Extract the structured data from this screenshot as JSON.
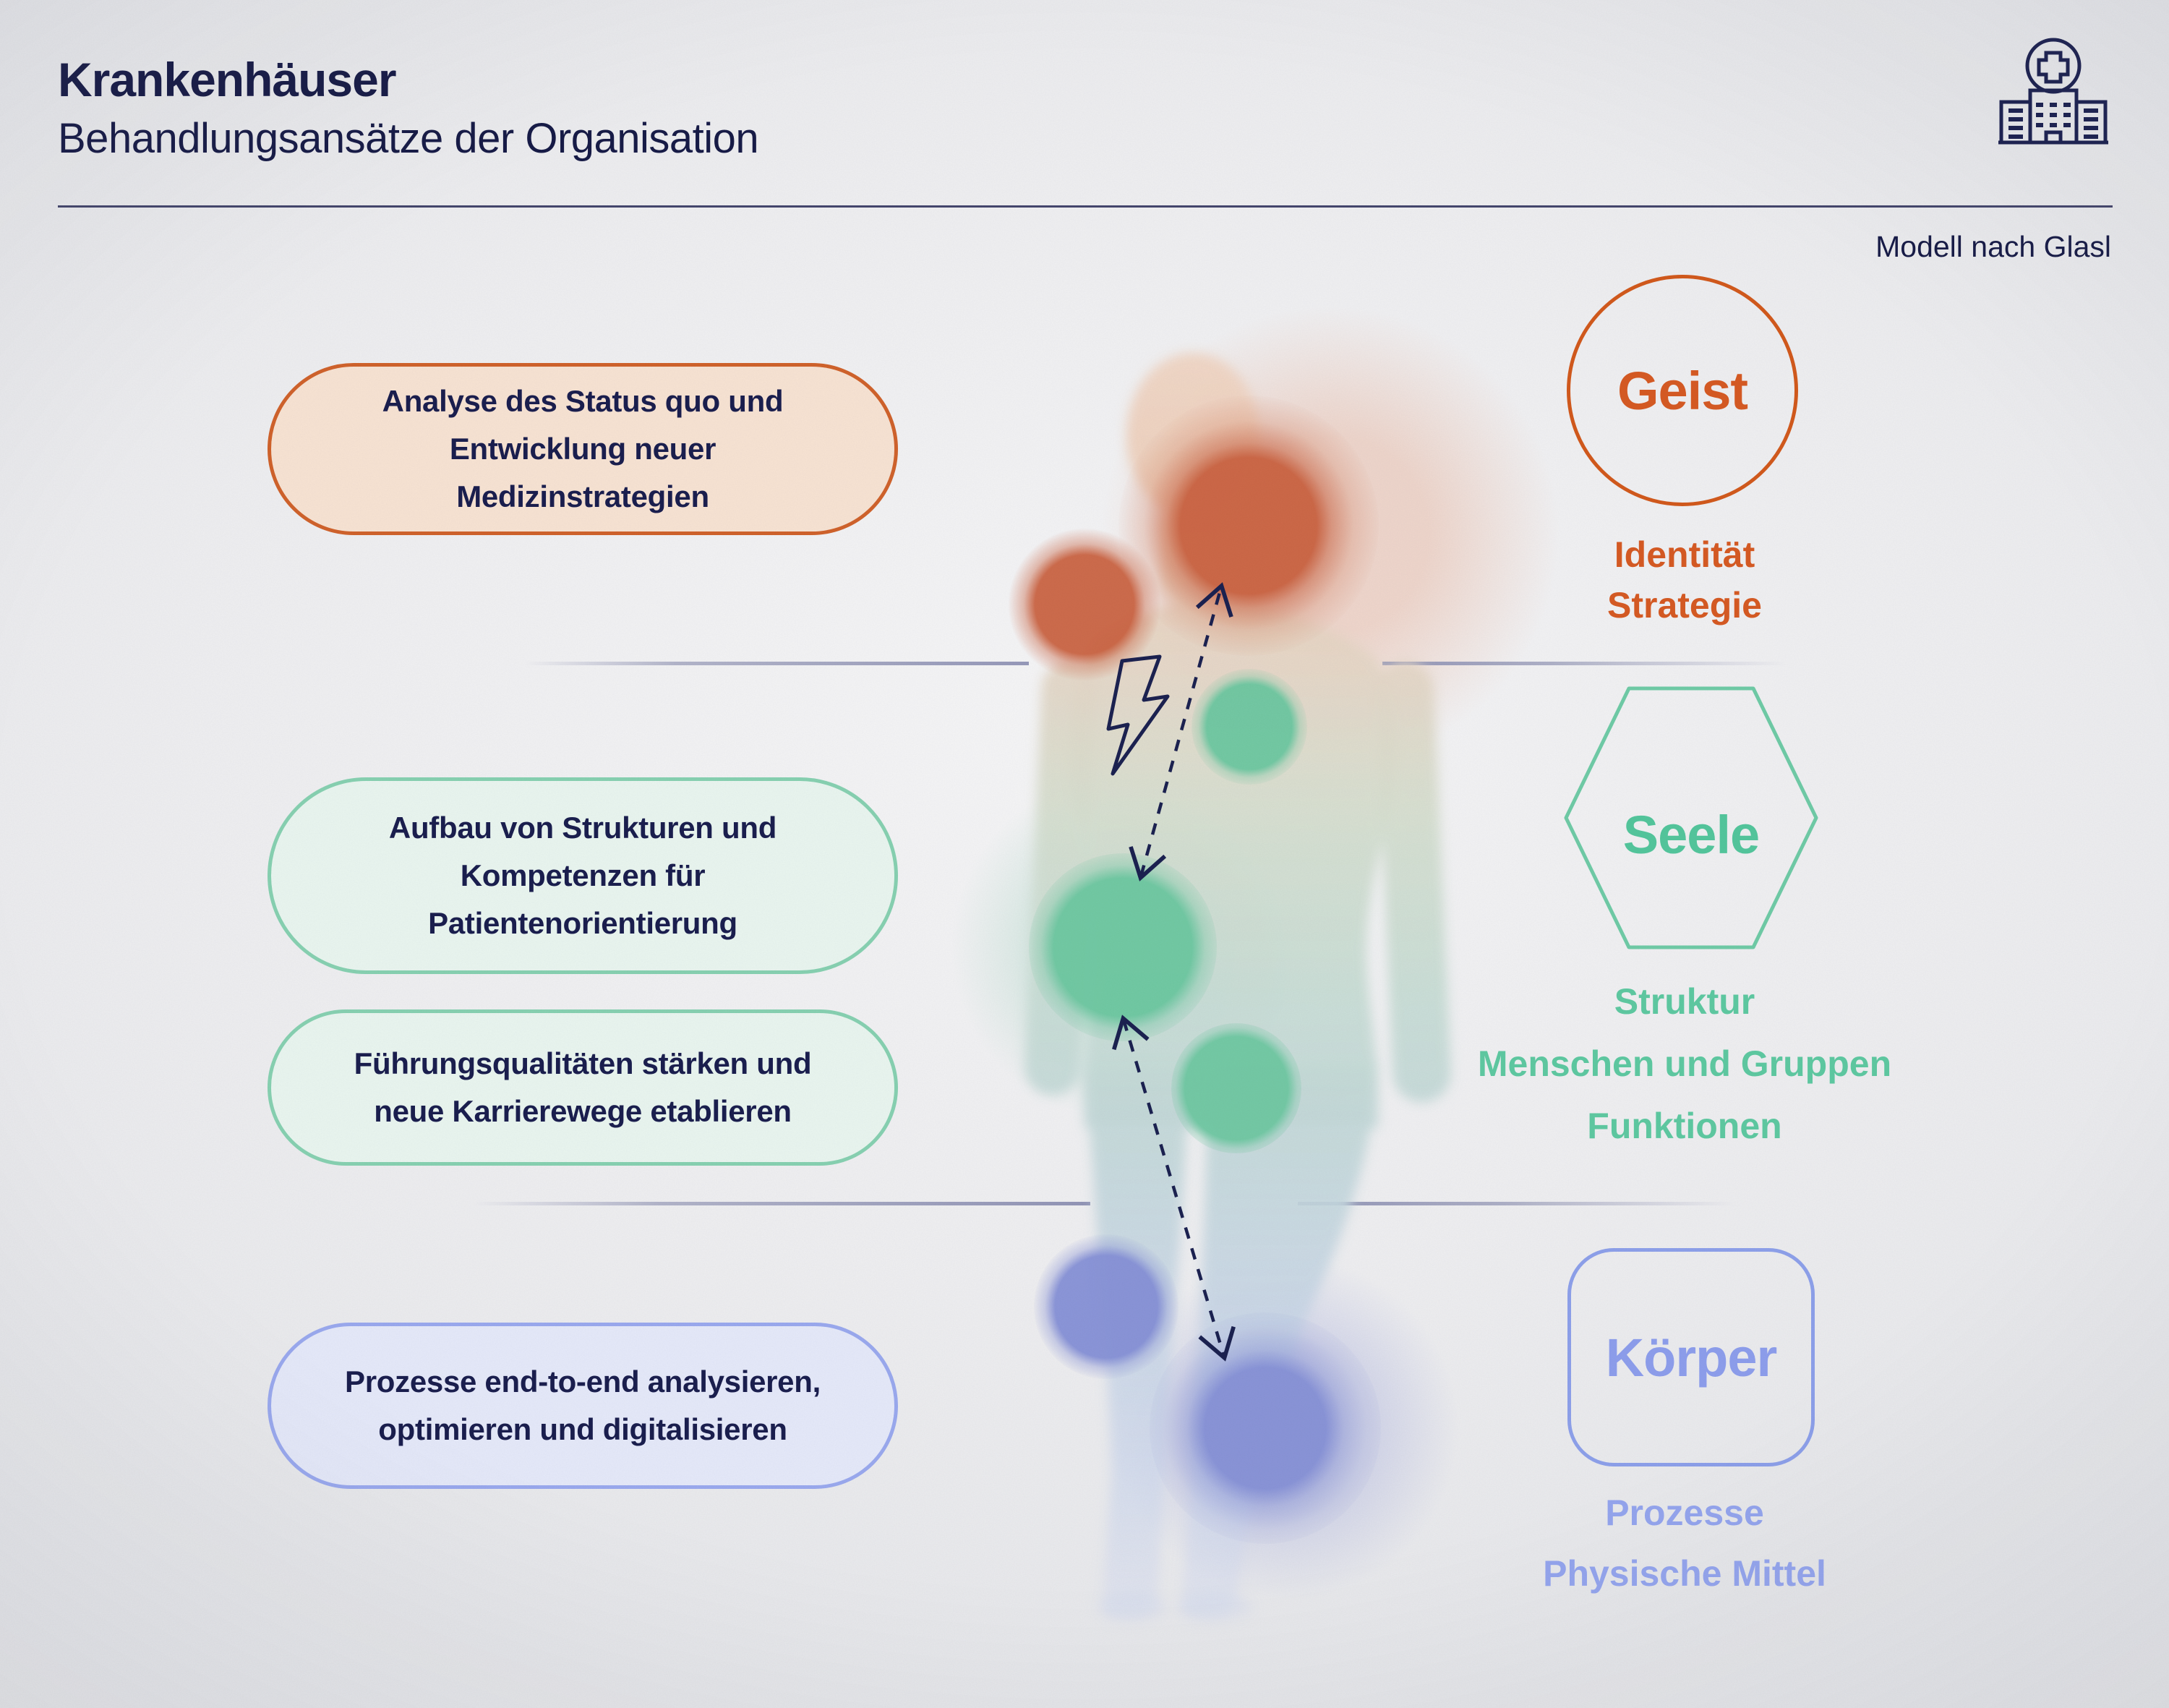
{
  "header": {
    "title": "Krankenhäuser",
    "subtitle": "Behandlungsansätze der Organisation",
    "model_note": "Modell nach Glasl",
    "icon": "hospital-building-icon"
  },
  "treatments": [
    {
      "level": "Geist",
      "lines": [
        "Analyse des Status quo und",
        "Entwicklung neuer",
        "Medizinstrategien"
      ]
    },
    {
      "level": "Seele",
      "lines": [
        "Aufbau von Strukturen und",
        "Kompetenzen für",
        "Patientenorientierung"
      ]
    },
    {
      "level": "Seele",
      "lines": [
        "Führungsqualitäten stärken und",
        "neue Karrierewege etablieren"
      ]
    },
    {
      "level": "Körper",
      "lines": [
        "Prozesse end-to-end analysieren,",
        "optimieren und digitalisieren"
      ]
    }
  ],
  "levels": [
    {
      "name": "Geist",
      "shape": "circle",
      "accent": "#d65a23",
      "items": [
        "Identität",
        "Strategie"
      ]
    },
    {
      "name": "Seele",
      "shape": "hexagon",
      "accent": "#5ec9a1",
      "items": [
        "Struktur",
        "Menschen und Gruppen",
        "Funktionen"
      ]
    },
    {
      "name": "Körper",
      "shape": "rounded-square",
      "accent": "#8d9eec",
      "items": [
        "Prozesse",
        "Physische Mittel"
      ]
    }
  ],
  "figure": {
    "description": "human-silhouette with colored symptom spots",
    "icons": [
      "lightning-icon",
      "double-headed-dashed-arrow",
      "double-headed-dashed-arrow"
    ],
    "spots": {
      "orange": 2,
      "teal": 3,
      "purple": 2
    }
  },
  "colors": {
    "navy_text": "#1a1e4e",
    "orange": "#d65a23",
    "teal": "#5ec9a1",
    "periwinkle": "#8d9eec",
    "background": "#eeeef0",
    "divider": "#9b9ec0"
  }
}
